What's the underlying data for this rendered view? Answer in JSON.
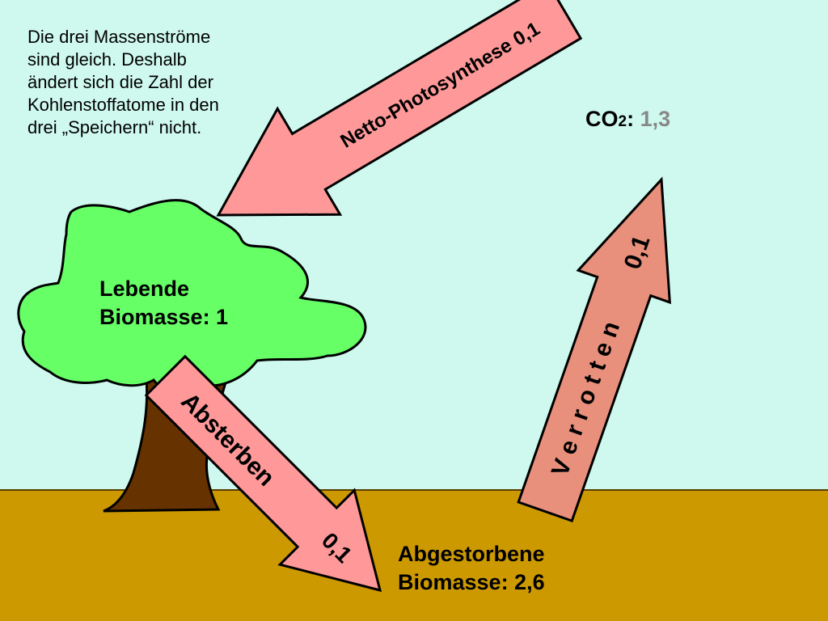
{
  "note_text": "Die drei Massenströme\nsind gleich. Deshalb\nändert sich die Zahl der\nKohlenstoffatome in den\ndrei „Speichern“ nicht.",
  "living_biomass_label": "Lebende\nBiomasse: 1",
  "dead_biomass_label": "Abgestorbene\nBiomasse: 2,6",
  "co2": {
    "name": "CO",
    "subscript": "2",
    "colon": ":",
    "value": "1,3"
  },
  "arrows": {
    "photosynthesis": "Netto-Photosynthese 0,1",
    "dying_word": "Absterben",
    "dying_value": "0,1",
    "rotting_word": "V e r r o t t e n",
    "rotting_value": "0,1"
  },
  "colors": {
    "sky": "#cff9ee",
    "ground": "#cc9900",
    "crown": "#66ff66",
    "trunk": "#663300",
    "arrow_pink": "#ff9999",
    "arrow_salmon": "#e8907c",
    "co2_value": "#888888"
  }
}
